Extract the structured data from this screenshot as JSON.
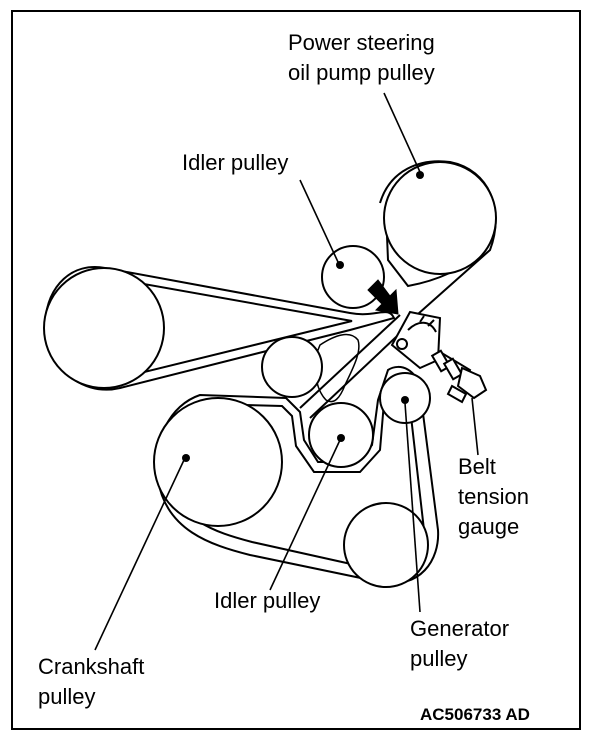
{
  "labels": {
    "power_steering_line1": "Power steering",
    "power_steering_line2": "oil pump pulley",
    "idler_top": "Idler pulley",
    "belt_line1": "Belt",
    "belt_line2": "tension",
    "belt_line3": "gauge",
    "idler_bottom": "Idler pulley",
    "generator_line1": "Generator",
    "generator_line2": "pulley",
    "crankshaft_line1": "Crankshaft",
    "crankshaft_line2": "pulley"
  },
  "figure_code": "AC506733 AD",
  "colors": {
    "line": "#000000",
    "background": "#ffffff",
    "fill_gray": "#d8d8d8"
  }
}
